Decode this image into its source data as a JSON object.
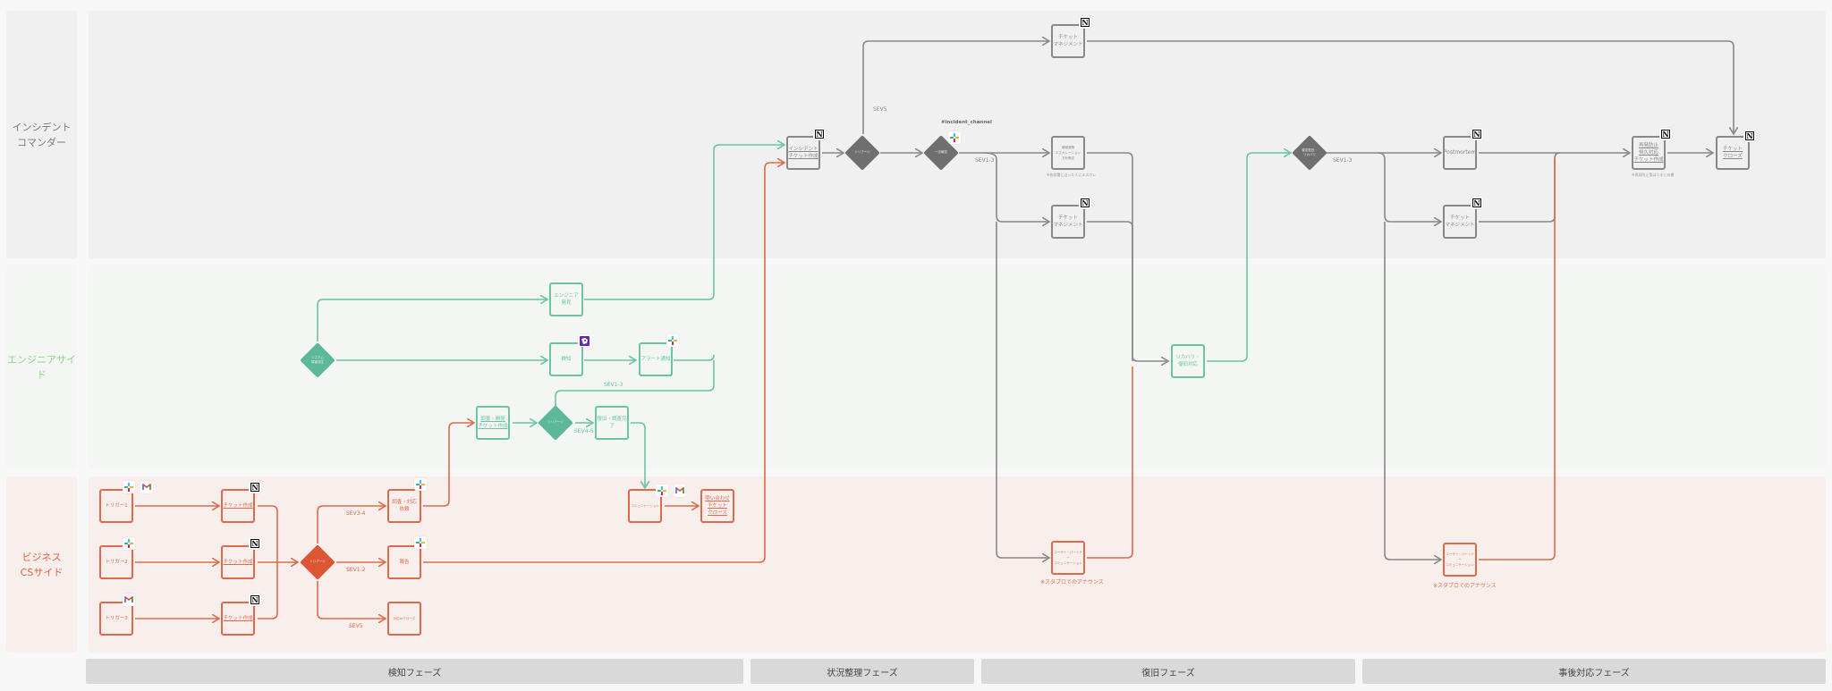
{
  "lanes": {
    "incident_commander": "インシデント\nコマンダー",
    "engineer_side": "エンジニアサイド",
    "business_cs_side": "ビジネス\nCSサイド"
  },
  "phases": [
    "検知フェーズ",
    "状況整理フェーズ",
    "復旧フェーズ",
    "事後対応フェーズ"
  ],
  "colors": {
    "commander": "#888888",
    "engineer": "#6cc3a6",
    "business": "#de6a4b",
    "decision_gray": "#6f6f6f",
    "decision_green": "#5bb99a",
    "decision_red": "#dc5535"
  },
  "tools": {
    "notion": "notion-icon",
    "slack": "slack-icon",
    "gmail": "gmail-icon",
    "datadog": "datadog-icon"
  },
  "nodes": {
    "incident_ticket": "インシデント\nチケット作成",
    "triage_ic": "トリアージ",
    "first_report": "一次報告",
    "incident_channel": "#incident_channel",
    "ticket_mgmt_top": "チケット\nマネジメント",
    "info_escalation": "情報展開\nエスカレーション\n方針策定",
    "info_escalation_note": "※各部署に沿った人にエスカレ",
    "ticket_mgmt_mid": "チケット\nマネジメント",
    "recovery_check": "暫定復旧・\nリカバリ",
    "postmortem": "Postmortem",
    "ticket_mgmt_post": "チケット\nマネジメント",
    "recurrence_prevention": "再発防止\n恒久対応\nチケット作成",
    "recurrence_note": "※再発防止策ほうまとめ書",
    "ticket_close_ic": "チケット\nクローズ",
    "system_failure": "システム\n障害発生",
    "engineer_discovery": "エンジニア\n発見",
    "detection": "検知",
    "alert_notify": "アラート通知",
    "recovery_action": "リカバリ・\n復旧対応",
    "investigate_ticket": "調査・開発\nチケット作成",
    "triage_eng": "トリアージ",
    "recovery_complete": "復旧・調査完了",
    "trigger1": "トリガー1",
    "trigger2": "トリガー2",
    "trigger3": "トリガー3",
    "ticket1": "チケット作成",
    "ticket2": "チケット作成",
    "ticket3": "チケット作成",
    "triage_biz": "トリアージ",
    "investigate_request": "調査・対応\n依頼",
    "report": "報告",
    "respond_close": "対応orクローズ",
    "communication": "コミュニケーション",
    "inquiry_close": "問い合わせ\nチケット\nクローズ",
    "user_comm_1": "ユーザー・パートナー\nコミュニケーション",
    "user_comm_2": "ユーザー・パートナー\nコミュニケーション",
    "statuspage_note_1": "※スタプロでのアナウンス",
    "statuspage_note_2": "※スタプロでのアナウンス"
  },
  "edge_labels": {
    "sev5_ic": "SEV5",
    "sev13_ic": "SEV1-3",
    "sev13_recovery": "SEV1-3",
    "sev13_eng": "SEV1-3",
    "sev45_eng": "SEV4-5",
    "sev34_biz": "SEV3-4",
    "sev12_biz": "SEV1-2",
    "sev5_biz": "SEV5"
  }
}
